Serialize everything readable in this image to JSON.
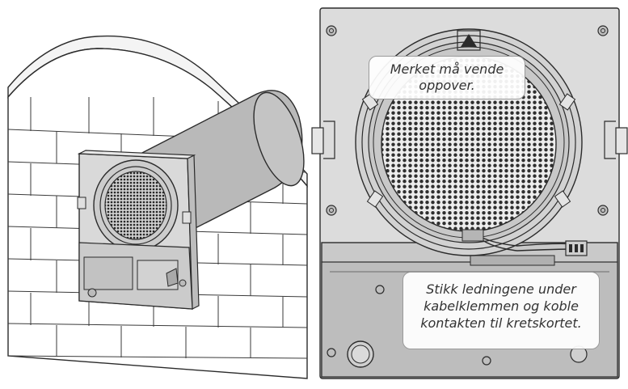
{
  "callouts": {
    "top": "Merket må vende\noppover.",
    "bottom": "Stikk ledningene under\nkabelklemmen og koble\nkontakten til kretskortet."
  },
  "colors": {
    "line": "#2b2b2b",
    "panel": "#dcdcdc",
    "panel_dark": "#bdbdbd",
    "duct": "#b7b7b7",
    "brick": "#ffffff"
  },
  "icons": {
    "arrow": "triangle-up",
    "screw": "screw-head"
  }
}
